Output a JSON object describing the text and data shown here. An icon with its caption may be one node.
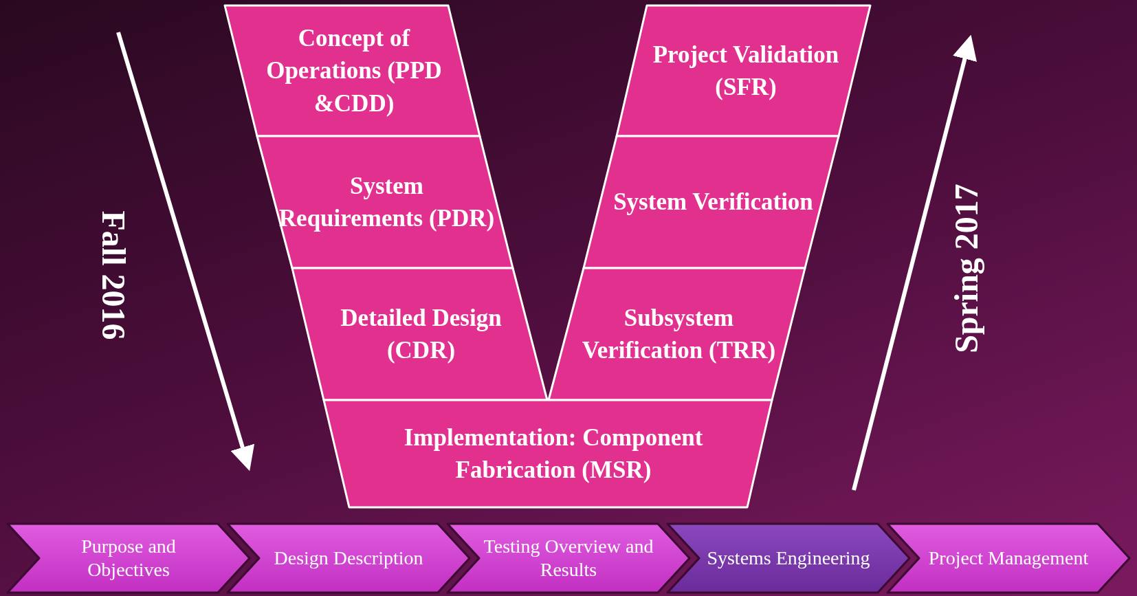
{
  "diagram": {
    "nodes": [
      {
        "text": [
          "Concept of Operations (PPD &CDD)"
        ]
      },
      {
        "text": [
          "Project Validation (SFR)"
        ]
      },
      {
        "text": [
          "System Requirements (PDR)"
        ]
      },
      {
        "text": [
          "System Verification"
        ]
      },
      {
        "text": [
          "Detailed Design (CDR)"
        ]
      },
      {
        "text": [
          "Subsystem Verification (TRR)"
        ]
      },
      {
        "text": [
          "Implementation: Component Fabrication (MSR)"
        ]
      },
      {
        "text": [
          "Purpose and Objectives"
        ]
      },
      {
        "text": [
          "Design Description"
        ]
      },
      {
        "text": [
          "Testing Overview and Results"
        ]
      },
      {
        "text": [
          "Systems Engineering"
        ]
      },
      {
        "text": [
          "Project Management"
        ]
      }
    ],
    "edges": [],
    "labels": [
      "Fall 2016",
      "Spring 2017"
    ]
  }
}
